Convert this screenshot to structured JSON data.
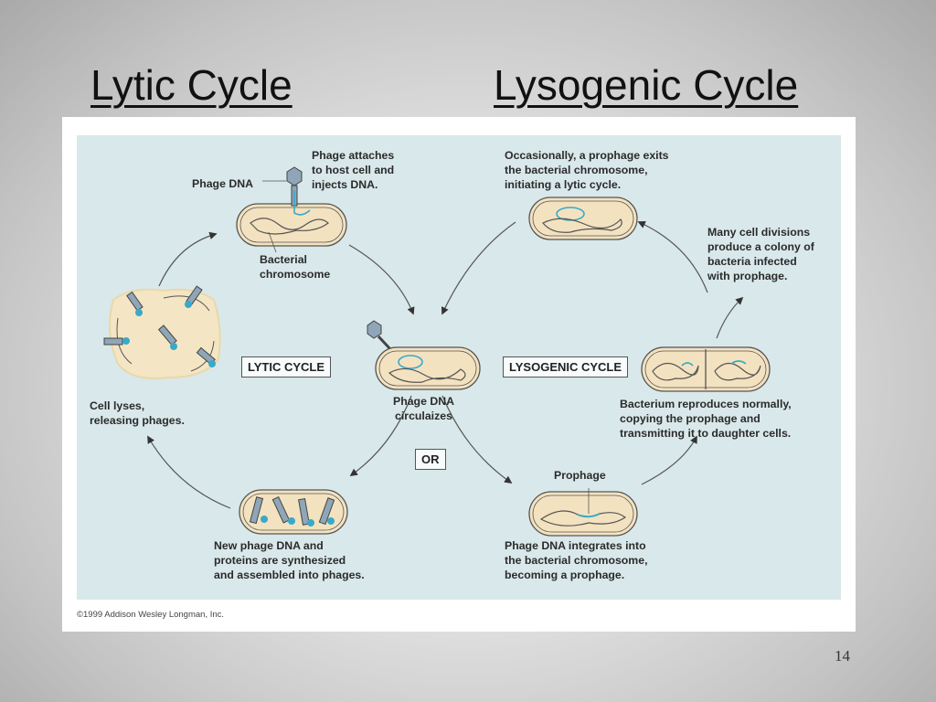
{
  "slide": {
    "title_left": "Lytic Cycle",
    "title_right": "Lysogenic Cycle",
    "page_number": "14"
  },
  "figure": {
    "labels": {
      "phage_dna": "Phage DNA",
      "phage_attaches": "Phage attaches\nto host cell and\ninjects DNA.",
      "bacterial_chromosome": "Bacterial\nchromosome",
      "cell_lyses": "Cell lyses,\nreleasing phages.",
      "lytic_cycle_box": "LYTIC CYCLE",
      "phage_dna_circularizes": "Phage DNA\ncirculaizes",
      "or_box": "OR",
      "new_phage_dna": "New phage DNA and\nproteins are synthesized\nand assembled into phages.",
      "occasionally": "Occasionally, a prophage exits\nthe bacterial chromosome,\ninitiating a lytic cycle.",
      "many_divisions": "Many cell divisions\nproduce a colony of\nbacteria infected\nwith prophage.",
      "lysogenic_cycle_box": "LYSOGENIC CYCLE",
      "bacterium_reproduces": "Bacterium reproduces normally,\ncopying the prophage and\ntransmitting it to daughter cells.",
      "prophage": "Prophage",
      "phage_integrates": "Phage DNA integrates into\nthe bacterial chromosome,\nbecoming a prophage."
    },
    "copyright": "©1999 Addison Wesley Longman, Inc.",
    "colors": {
      "panel": "#d9e8ea",
      "cell_fill": "#f3e2c0",
      "cell_outline": "#555555",
      "phage_dna": "#39a9c9",
      "chromosome": "#555555",
      "phage_head": "#8fa6b8"
    }
  }
}
